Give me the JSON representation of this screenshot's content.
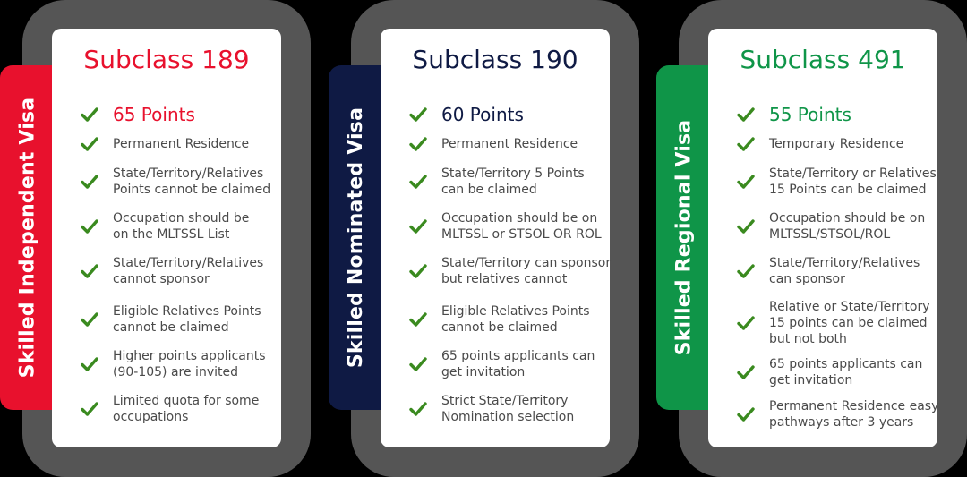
{
  "colors": {
    "background": "#000000",
    "frame": "#555555",
    "card": "#ffffff",
    "text": "#4a4a4a",
    "check": "#3a8a1f",
    "red": "#e8112d",
    "navy": "#0f1a44",
    "green": "#0f9548"
  },
  "icon": "checkmark-icon",
  "visas": [
    {
      "tab_label": "Skilled Independent Visa",
      "title": "Subclass 189",
      "points": "65 Points",
      "features": [
        [
          "Permanent Residence"
        ],
        [
          "State/Territory/Relatives",
          "Points cannot be claimed"
        ],
        [
          "Occupation should be",
          "on the MLTSSL List"
        ],
        [
          "State/Territory/Relatives",
          "cannot sponsor"
        ],
        [
          "Eligible Relatives Points",
          "cannot be claimed"
        ],
        [
          "Higher points applicants",
          "(90-105) are invited"
        ],
        [
          "Limited quota for some",
          "occupations"
        ]
      ]
    },
    {
      "tab_label": "Skilled Nominated Visa",
      "title": "Subclass 190",
      "points": "60 Points",
      "features": [
        [
          "Permanent Residence"
        ],
        [
          "State/Territory 5 Points",
          "can be claimed"
        ],
        [
          "Occupation should be on",
          "MLTSSL or STSOL OR ROL"
        ],
        [
          "State/Territory can sponsor",
          "but relatives cannot"
        ],
        [
          "Eligible Relatives Points",
          "cannot be claimed"
        ],
        [
          "65 points applicants can",
          "get invitation"
        ],
        [
          "Strict State/Territory",
          "Nomination selection"
        ]
      ]
    },
    {
      "tab_label": "Skilled Regional Visa",
      "title": "Subclass 491",
      "points": "55 Points",
      "features": [
        [
          "Temporary Residence"
        ],
        [
          "State/Territory or Relatives",
          "15 Points can be claimed"
        ],
        [
          "Occupation should be on",
          "MLTSSL/STSOL/ROL"
        ],
        [
          "State/Territory/Relatives",
          "can sponsor"
        ],
        [
          "Relative or State/Territory",
          "15 points can be claimed",
          "but not both"
        ],
        [
          "65 points applicants can",
          "get invitation"
        ],
        [
          "Permanent Residence easy",
          "pathways after 3 years"
        ]
      ]
    }
  ]
}
